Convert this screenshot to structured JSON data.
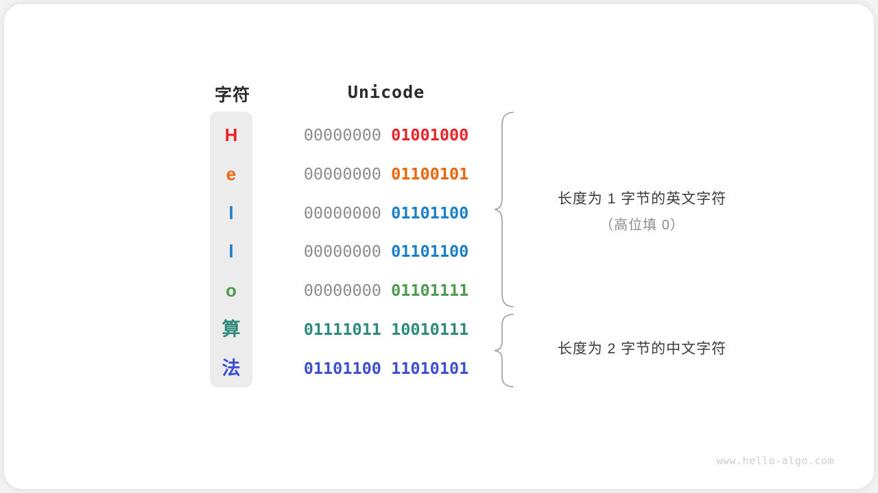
{
  "figure": {
    "headers": {
      "character": "字符",
      "unicode": "Unicode"
    },
    "rows": [
      {
        "char": "H",
        "char_color": "#e8232a",
        "high_byte": "00000000",
        "low_byte": "01001000",
        "byte_color": "#e8232a",
        "is_cjk": false
      },
      {
        "char": "e",
        "char_color": "#ec6608",
        "high_byte": "00000000",
        "low_byte": "01100101",
        "byte_color": "#ec6608",
        "is_cjk": false
      },
      {
        "char": "l",
        "char_color": "#1a7fc8",
        "high_byte": "00000000",
        "low_byte": "01101100",
        "byte_color": "#1a7fc8",
        "is_cjk": false
      },
      {
        "char": "l",
        "char_color": "#1a7fc8",
        "high_byte": "00000000",
        "low_byte": "01101100",
        "byte_color": "#1a7fc8",
        "is_cjk": false
      },
      {
        "char": "o",
        "char_color": "#4e9a4e",
        "high_byte": "00000000",
        "low_byte": "01101111",
        "byte_color": "#4e9a4e",
        "is_cjk": false
      },
      {
        "char": "算",
        "char_color": "#2e8b7a",
        "high_byte": "01111011",
        "low_byte": "10010111",
        "byte_color": "#2e8b7a",
        "is_cjk": true
      },
      {
        "char": "法",
        "char_color": "#3c4fd0",
        "high_byte": "01101100",
        "low_byte": "11010101",
        "byte_color": "#3c4fd0",
        "is_cjk": true
      }
    ],
    "annotations": [
      {
        "main": "长度为 1 字节的英文字符",
        "sub": "（高位填 0）"
      },
      {
        "main": "长度为 2 字节的中文字符",
        "sub": ""
      }
    ],
    "watermark": "www.hello-algo.com",
    "colors": {
      "panel_background": "#ececec",
      "high_byte_gray": "#8d8d8d",
      "annotation_text": "#3b3b3b",
      "annotation_sub_text": "#8c8c8c",
      "brace_stroke": "#9a9a9a",
      "header_text": "#2b2b2b",
      "watermark_text": "#cdcdcd",
      "card_background": "#ffffff",
      "page_background": "#f2f2f2"
    }
  }
}
